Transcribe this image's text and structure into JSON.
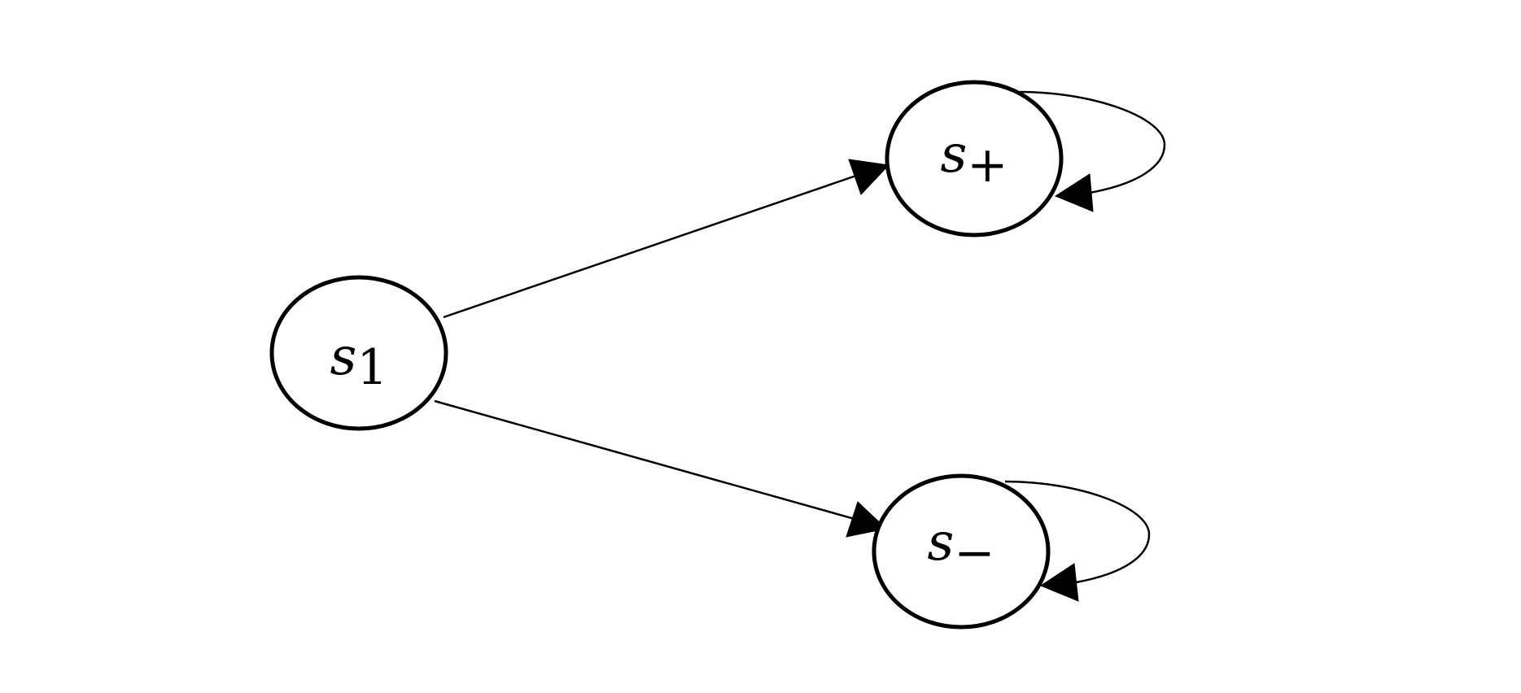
{
  "nodes": [
    {
      "id": "s1",
      "var": "s",
      "sub": "1"
    },
    {
      "id": "s_plus",
      "var": "s",
      "sub": "+"
    },
    {
      "id": "s_minus",
      "var": "s",
      "sub": "−"
    }
  ],
  "edges": [
    {
      "from": "s1",
      "to": "s_plus"
    },
    {
      "from": "s1",
      "to": "s_minus"
    },
    {
      "from": "s_plus",
      "to": "s_plus"
    },
    {
      "from": "s_minus",
      "to": "s_minus"
    }
  ]
}
